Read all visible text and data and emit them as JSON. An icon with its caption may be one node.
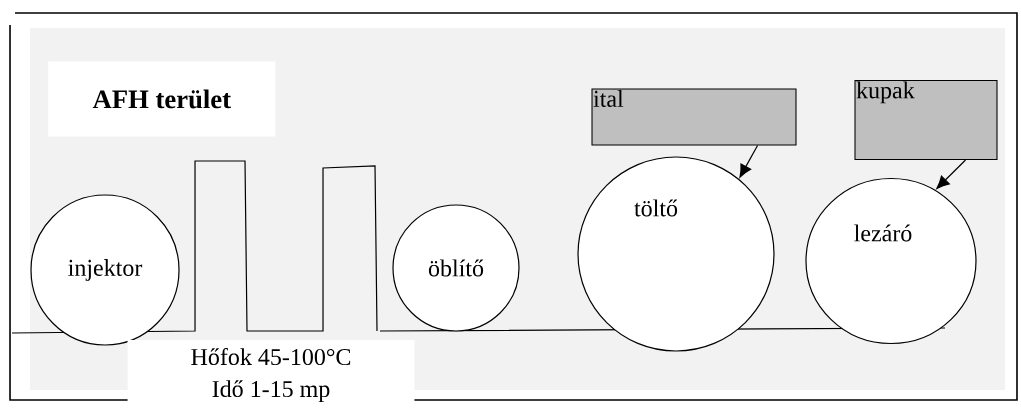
{
  "diagram": {
    "title": "AFH terület",
    "nodes": [
      {
        "text": [
          "injektor"
        ]
      },
      {
        "text": [
          "öblítő"
        ]
      },
      {
        "text": [
          "töltő"
        ]
      },
      {
        "text": [
          "lezáró"
        ]
      },
      {
        "text": [
          "ital"
        ]
      },
      {
        "text": [
          "kupak"
        ]
      },
      {
        "text": [
          "Hőfok 45-100°C",
          "Idő 1-15 mp"
        ]
      }
    ],
    "edges": [
      {
        "from": 4,
        "to": 2,
        "arrow": "to"
      },
      {
        "from": 5,
        "to": 3,
        "arrow": "to"
      }
    ]
  }
}
